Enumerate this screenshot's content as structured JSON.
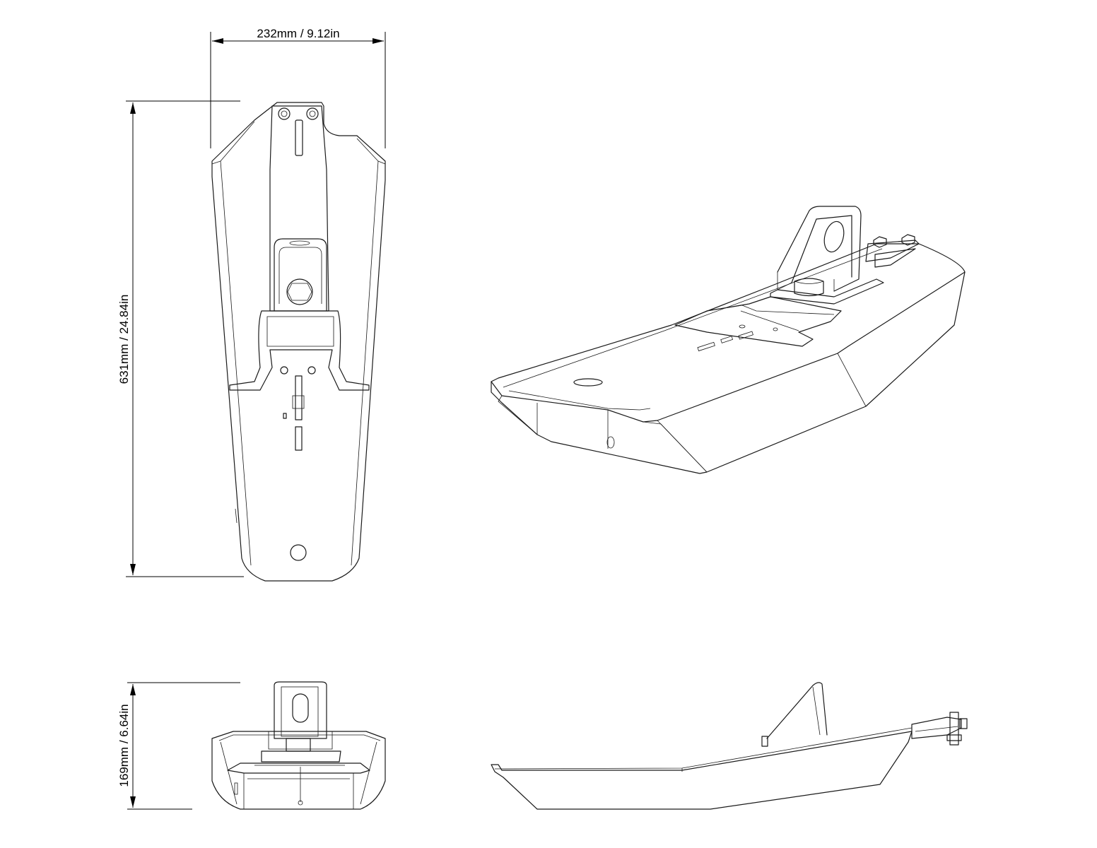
{
  "dimensions": {
    "width": "232mm / 9.12in",
    "length": "631mm / 24.84in",
    "height": "169mm / 6.64in"
  },
  "colors": {
    "line": "#1a1a1a",
    "background": "#ffffff"
  }
}
